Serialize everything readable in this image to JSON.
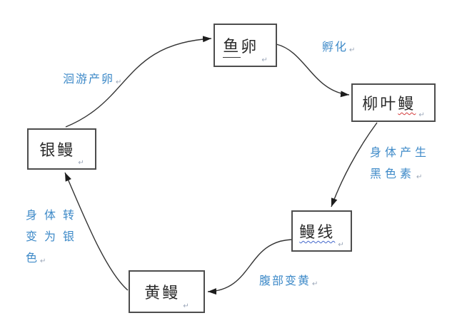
{
  "diagram_type": "cycle-flowchart",
  "subject": "eel life cycle",
  "nodes": {
    "egg": {
      "underlined": "鱼",
      "rest": "卵"
    },
    "leptocephalus": {
      "plain": "柳叶",
      "red_squiggle": "鳗"
    },
    "glass_eel": {
      "blue_squiggle": "鳗线"
    },
    "yellow_eel": {
      "label": "黄鳗"
    },
    "silver_eel": {
      "label": "银鳗"
    }
  },
  "edge_labels": {
    "hatch": {
      "label": "孵化"
    },
    "melanin": {
      "line1": "身体产生",
      "line2": "黑色素"
    },
    "belly_yellow": {
      "label": "腹部变黄"
    },
    "turn_silver": {
      "line1": "身体转",
      "line2": "变为银",
      "line3": "色"
    },
    "spawn_migration": {
      "label": "洄游产卵"
    }
  },
  "marks": {
    "line_break": "↵"
  },
  "colors": {
    "label_blue": "#3e8ac8",
    "box_border": "#4d4d4d",
    "arrow": "#333333",
    "spellcheck_red": "#d43b3b",
    "spellcheck_blue": "#4468cc",
    "background": "#ffffff"
  }
}
